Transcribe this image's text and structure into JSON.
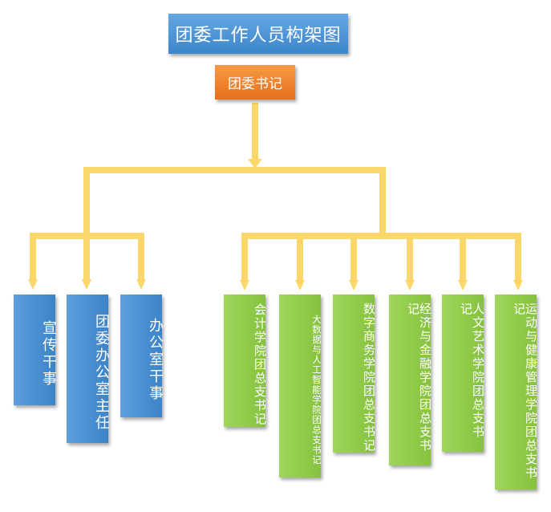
{
  "title": "团委工作人员构架图",
  "root": {
    "label": "团委书记"
  },
  "left_group": [
    {
      "label": "宣传干事"
    },
    {
      "label": "团委办公室主任"
    },
    {
      "label": "办公室干事"
    }
  ],
  "right_group": [
    {
      "label": "会计学院团总支书记"
    },
    {
      "label": "大数据与人工智能学院团总支书记"
    },
    {
      "label": "数字商务学院团总支书记"
    },
    {
      "label": "经济与金融学院团总支书记"
    },
    {
      "label": "人文艺术学院团总支书记"
    },
    {
      "label": "运动与健康管理学院团总支书记"
    }
  ],
  "colors": {
    "title_box": "#4a93d6",
    "root_box": "#ee8430",
    "left_boxes": "#4a8fd2",
    "right_boxes": "#92cc4e",
    "connector": "#fbd66a"
  }
}
